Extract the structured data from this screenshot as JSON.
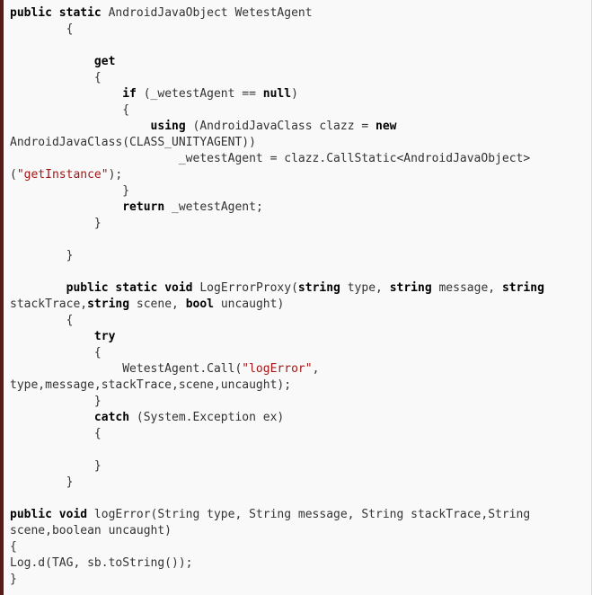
{
  "colors": {
    "left_border": "#5a1a1a",
    "background": "#f9f9f9",
    "text": "#333333",
    "keyword": "#000000",
    "string": "#a31515"
  },
  "code_lines": [
    [
      {
        "t": "kw",
        "v": "public static"
      },
      {
        "t": "tok",
        "v": " AndroidJavaObject WetestAgent"
      }
    ],
    [
      {
        "t": "tok",
        "v": "        {"
      }
    ],
    [
      {
        "t": "tok",
        "v": ""
      }
    ],
    [
      {
        "t": "tok",
        "v": "            "
      },
      {
        "t": "kw",
        "v": "get"
      }
    ],
    [
      {
        "t": "tok",
        "v": "            {"
      }
    ],
    [
      {
        "t": "tok",
        "v": "                "
      },
      {
        "t": "kw",
        "v": "if"
      },
      {
        "t": "tok",
        "v": " (_wetestAgent == "
      },
      {
        "t": "kw",
        "v": "null"
      },
      {
        "t": "tok",
        "v": ")"
      }
    ],
    [
      {
        "t": "tok",
        "v": "                {"
      }
    ],
    [
      {
        "t": "tok",
        "v": "                    "
      },
      {
        "t": "kw",
        "v": "using"
      },
      {
        "t": "tok",
        "v": " (AndroidJavaClass clazz = "
      },
      {
        "t": "kw",
        "v": "new"
      }
    ],
    [
      {
        "t": "tok",
        "v": "AndroidJavaClass(CLASS_UNITYAGENT))"
      }
    ],
    [
      {
        "t": "tok",
        "v": "                        _wetestAgent = clazz.CallStatic<AndroidJavaObject>"
      }
    ],
    [
      {
        "t": "tok",
        "v": "("
      },
      {
        "t": "str",
        "v": "\"getInstance\""
      },
      {
        "t": "tok",
        "v": ");"
      }
    ],
    [
      {
        "t": "tok",
        "v": "                }"
      }
    ],
    [
      {
        "t": "tok",
        "v": "                "
      },
      {
        "t": "kw",
        "v": "return"
      },
      {
        "t": "tok",
        "v": " _wetestAgent;"
      }
    ],
    [
      {
        "t": "tok",
        "v": "            }"
      }
    ],
    [
      {
        "t": "tok",
        "v": ""
      }
    ],
    [
      {
        "t": "tok",
        "v": "        }"
      }
    ],
    [
      {
        "t": "tok",
        "v": ""
      }
    ],
    [
      {
        "t": "tok",
        "v": "        "
      },
      {
        "t": "kw",
        "v": "public static void"
      },
      {
        "t": "tok",
        "v": " LogErrorProxy("
      },
      {
        "t": "kw",
        "v": "string"
      },
      {
        "t": "tok",
        "v": " type, "
      },
      {
        "t": "kw",
        "v": "string"
      },
      {
        "t": "tok",
        "v": " message, "
      },
      {
        "t": "kw",
        "v": "string"
      }
    ],
    [
      {
        "t": "tok",
        "v": "stackTrace,"
      },
      {
        "t": "kw",
        "v": "string"
      },
      {
        "t": "tok",
        "v": " scene, "
      },
      {
        "t": "kw",
        "v": "bool"
      },
      {
        "t": "tok",
        "v": " uncaught)"
      }
    ],
    [
      {
        "t": "tok",
        "v": "        {"
      }
    ],
    [
      {
        "t": "tok",
        "v": "            "
      },
      {
        "t": "kw",
        "v": "try"
      }
    ],
    [
      {
        "t": "tok",
        "v": "            {"
      }
    ],
    [
      {
        "t": "tok",
        "v": "                WetestAgent.Call("
      },
      {
        "t": "str",
        "v": "\"logError\""
      },
      {
        "t": "tok",
        "v": ","
      }
    ],
    [
      {
        "t": "tok",
        "v": "type,message,stackTrace,scene,uncaught);"
      }
    ],
    [
      {
        "t": "tok",
        "v": "            }"
      }
    ],
    [
      {
        "t": "tok",
        "v": "            "
      },
      {
        "t": "kw",
        "v": "catch"
      },
      {
        "t": "tok",
        "v": " (System.Exception ex)"
      }
    ],
    [
      {
        "t": "tok",
        "v": "            {"
      }
    ],
    [
      {
        "t": "tok",
        "v": ""
      }
    ],
    [
      {
        "t": "tok",
        "v": "            }"
      }
    ],
    [
      {
        "t": "tok",
        "v": "        }"
      }
    ],
    [
      {
        "t": "tok",
        "v": ""
      }
    ],
    [
      {
        "t": "kw",
        "v": "public void"
      },
      {
        "t": "tok",
        "v": " logError(String type, String message, String stackTrace,String"
      }
    ],
    [
      {
        "t": "tok",
        "v": "scene,boolean uncaught)"
      }
    ],
    [
      {
        "t": "tok",
        "v": "{"
      }
    ],
    [
      {
        "t": "tok",
        "v": "Log.d(TAG, sb.toString());"
      }
    ],
    [
      {
        "t": "tok",
        "v": "}"
      }
    ]
  ]
}
